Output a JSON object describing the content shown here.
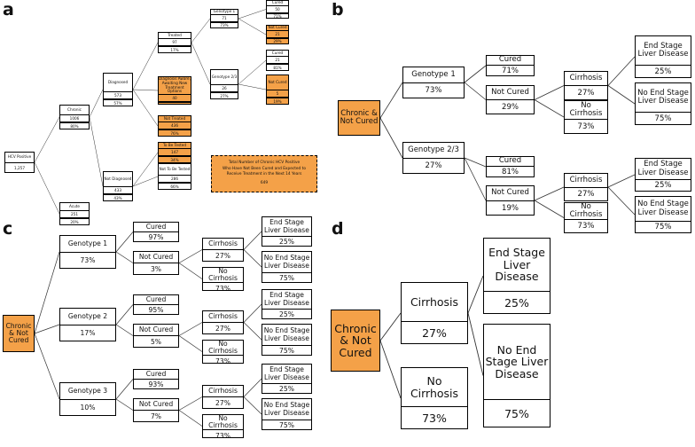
{
  "panels": {
    "a": "a",
    "b": "b",
    "c": "c",
    "d": "d"
  },
  "colors": {
    "highlight": "#f4a148",
    "border": "#000000",
    "background": "#ffffff"
  },
  "a": {
    "root": {
      "title": "HCV Positive",
      "value": "1,257"
    },
    "chronic": {
      "title": "Chronic",
      "value": "1006",
      "pct": "80%"
    },
    "acute": {
      "title": "Acute",
      "value": "251",
      "pct": "20%"
    },
    "diagnosed": {
      "title": "Diagnosed",
      "value": "573",
      "pct": "57%"
    },
    "not_diagnosed": {
      "title": "Not Diagnosed",
      "value": "433",
      "pct": "43%"
    },
    "treated": {
      "title": "Treated",
      "value": "97",
      "pct": "17%"
    },
    "awaiting": {
      "title": "Diagnosis Aware, Awaiting New Treatment Options",
      "value": "40",
      "pct": "7%"
    },
    "not_treated": {
      "title": "Not Treated",
      "value": "436",
      "pct": "76%"
    },
    "to_be_tested": {
      "title": "To Be Tested",
      "value": "147",
      "pct": "34%"
    },
    "not_to_be_tested": {
      "title": "Not To Be Tested",
      "value": "286",
      "pct": "66%"
    },
    "genotype1": {
      "title": "Genotype 1",
      "value": "71",
      "pct": "73%"
    },
    "genotype23": {
      "title": "Genotype 2/3",
      "value": "26",
      "pct": "27%"
    },
    "g1_cured": {
      "title": "Cured",
      "value": "50",
      "pct": "71%"
    },
    "g1_not_cured": {
      "title": "Not Cured",
      "value": "21",
      "pct": "29%"
    },
    "g23_cured": {
      "title": "Cured",
      "value": "21",
      "pct": "81%"
    },
    "g23_not_cured": {
      "title": "Not Cured",
      "value": "5",
      "pct": "19%"
    },
    "summary": {
      "line1": "Total Number of Chronic HCV Positive",
      "line2": "Who Have Not Been Cured and Expected to",
      "line3": "Receive Treatment in the Next 14 Years",
      "value": "649"
    }
  },
  "b": {
    "root": "Chronic & Not Cured",
    "genotype1": {
      "title": "Genotype 1",
      "pct": "73%"
    },
    "genotype23": {
      "title": "Genotype 2/3",
      "pct": "27%"
    },
    "g1_cured": {
      "title": "Cured",
      "pct": "71%"
    },
    "g1_not_cured": {
      "title": "Not Cured",
      "pct": "29%"
    },
    "g1_cirrhosis": {
      "title": "Cirrhosis",
      "pct": "27%"
    },
    "g1_no_cirrhosis": {
      "title": "No Cirrhosis",
      "pct": "73%"
    },
    "g1_esld": {
      "title": "End Stage Liver Disease",
      "pct": "25%"
    },
    "g1_no_esld": {
      "title": "No End Stage Liver Disease",
      "pct": "75%"
    },
    "g23_cured": {
      "title": "Cured",
      "pct": "81%"
    },
    "g23_not_cured": {
      "title": "Not Cured",
      "pct": "19%"
    },
    "g23_cirrhosis": {
      "title": "Cirrhosis",
      "pct": "27%"
    },
    "g23_no_cirrhosis": {
      "title": "No Cirrhosis",
      "pct": "73%"
    },
    "g23_esld": {
      "title": "End Stage Liver Disease",
      "pct": "25%"
    },
    "g23_no_esld": {
      "title": "No End Stage Liver Disease",
      "pct": "75%"
    }
  },
  "c": {
    "root": "Chronic & Not Cured",
    "genotypes": [
      {
        "title": "Genotype 1",
        "pct": "73%",
        "cured": "Cured",
        "cured_pct": "97%",
        "not_cured": "Not Cured",
        "not_cured_pct": "3%",
        "cirrhosis": "Cirrhosis",
        "cirrhosis_pct": "27%",
        "no_cirrhosis": "No Cirrhosis",
        "no_cirrhosis_pct": "73%",
        "esld": "End Stage Liver Disease",
        "esld_pct": "25%",
        "no_esld": "No End Stage Liver Disease",
        "no_esld_pct": "75%"
      },
      {
        "title": "Genotype 2",
        "pct": "17%",
        "cured": "Cured",
        "cured_pct": "95%",
        "not_cured": "Not Cured",
        "not_cured_pct": "5%",
        "cirrhosis": "Cirrhosis",
        "cirrhosis_pct": "27%",
        "no_cirrhosis": "No Cirrhosis",
        "no_cirrhosis_pct": "73%",
        "esld": "End Stage Liver Disease",
        "esld_pct": "25%",
        "no_esld": "No End Stage Liver Disease",
        "no_esld_pct": "75%"
      },
      {
        "title": "Genotype 3",
        "pct": "10%",
        "cured": "Cured",
        "cured_pct": "93%",
        "not_cured": "Not Cured",
        "not_cured_pct": "7%",
        "cirrhosis": "Cirrhosis",
        "cirrhosis_pct": "27%",
        "no_cirrhosis": "No Cirrhosis",
        "no_cirrhosis_pct": "73%",
        "esld": "End Stage Liver Disease",
        "esld_pct": "25%",
        "no_esld": "No End Stage Liver Disease",
        "no_esld_pct": "75%"
      }
    ]
  },
  "d": {
    "root": "Chronic & Not Cured",
    "cirrhosis": {
      "title": "Cirrhosis",
      "pct": "27%"
    },
    "no_cirrhosis": {
      "title": "No Cirrhosis",
      "pct": "73%"
    },
    "esld": {
      "title": "End Stage Liver Disease",
      "pct": "25%"
    },
    "no_esld": {
      "title": "No End Stage Liver Disease",
      "pct": "75%"
    }
  }
}
